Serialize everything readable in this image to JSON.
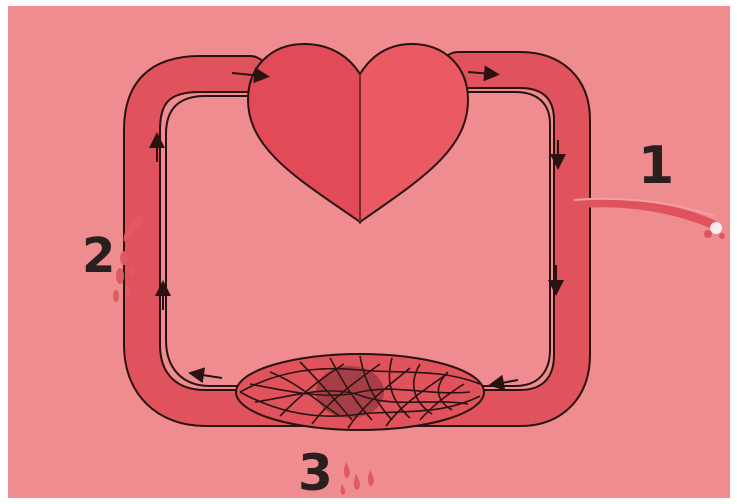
{
  "labels": {
    "artery_cut": "1",
    "vein_cut": "2",
    "capillary_bleed": "3"
  },
  "colors": {
    "background": "#ee8c8f",
    "vessel": "#e0525c",
    "heart_left": "#e24a57",
    "heart_right": "#ea5a63",
    "outline": "#2a1212"
  }
}
